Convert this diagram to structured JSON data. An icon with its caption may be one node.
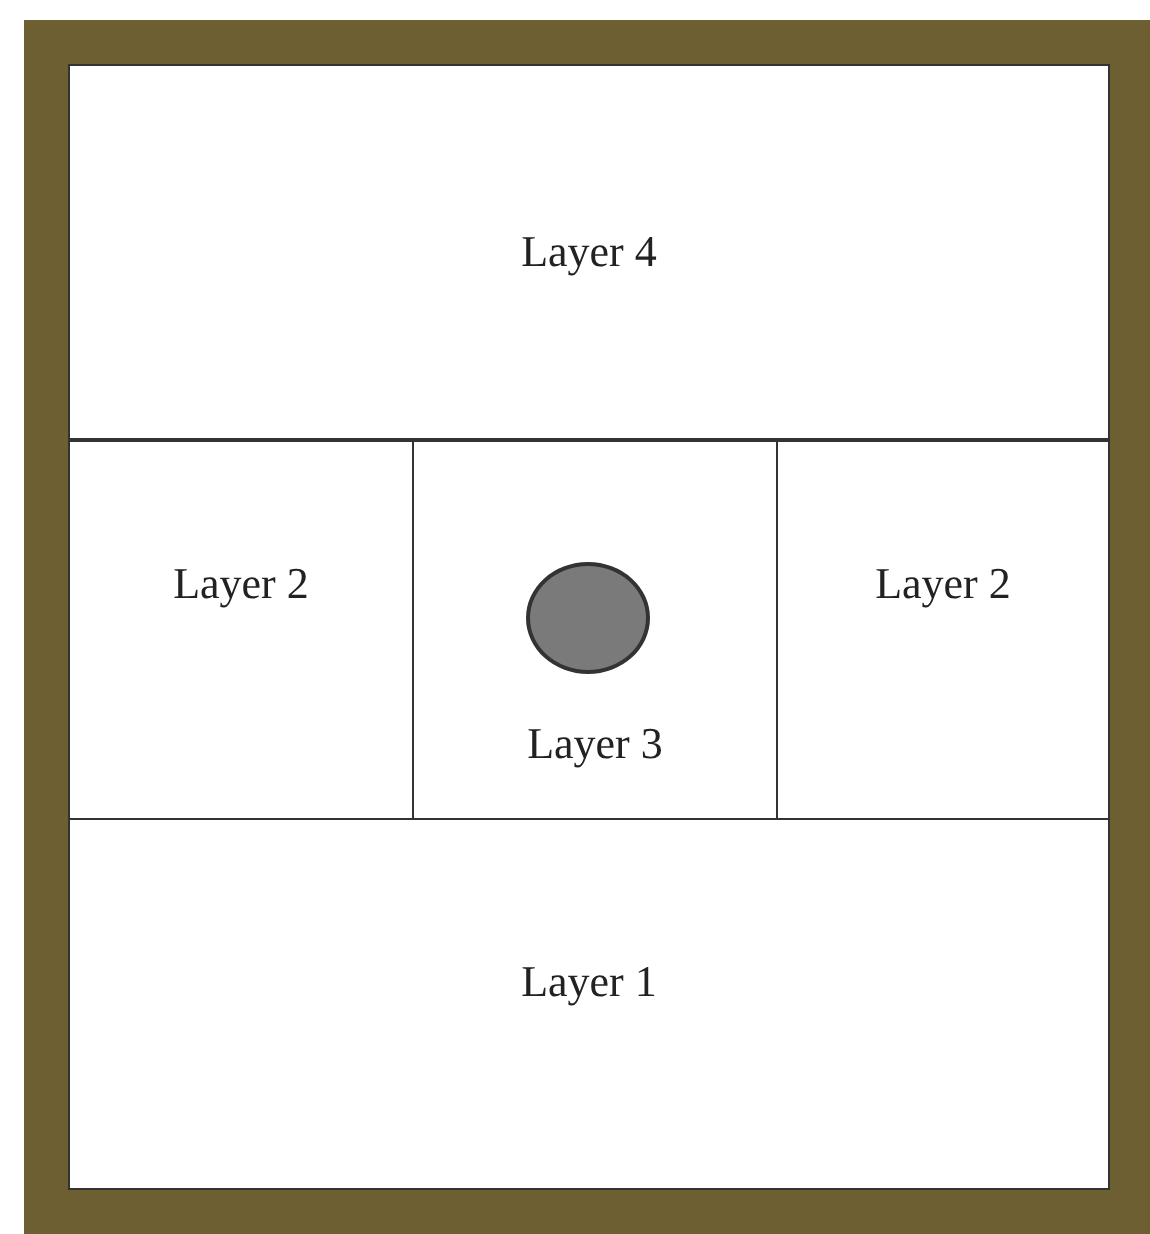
{
  "diagram": {
    "nodes": [
      {
        "text": [],
        "shape": "box"
      },
      {
        "text": [
          "Layer 4"
        ],
        "in": 0
      },
      {
        "text": [
          "Layer 2"
        ],
        "in": 0
      },
      {
        "text": [
          "Layer 3"
        ],
        "in": 0
      },
      {
        "text": [],
        "shape": "circle",
        "in": 3
      },
      {
        "text": [
          "Layer 2"
        ],
        "in": 0
      },
      {
        "text": [
          "Layer 1"
        ],
        "in": 0
      }
    ]
  }
}
